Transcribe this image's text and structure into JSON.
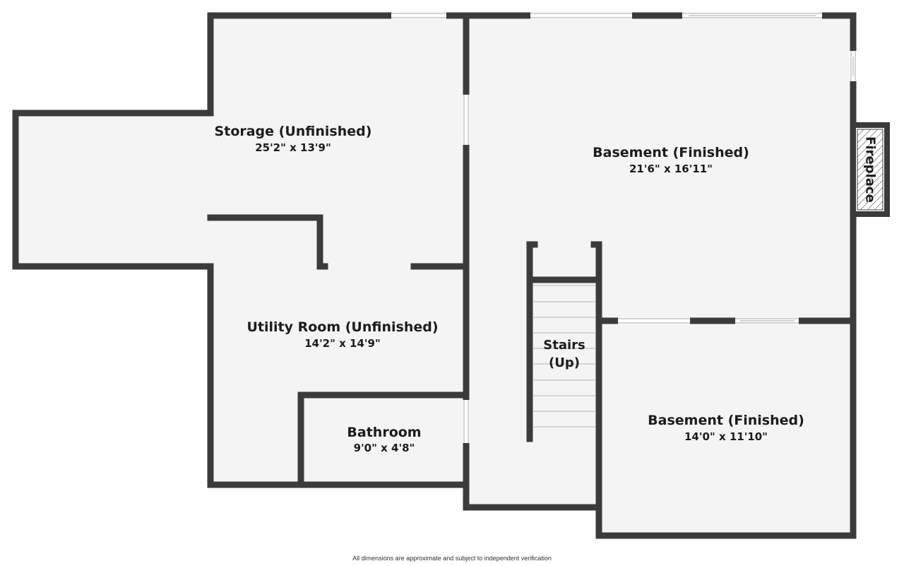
{
  "rooms": {
    "storage": {
      "name": "Storage (Unfinished)",
      "dims": "25'2\" x 13'9\""
    },
    "basement_main": {
      "name": "Basement (Finished)",
      "dims": "21'6\" x 16'11\""
    },
    "utility": {
      "name": "Utility Room (Unfinished)",
      "dims": "14'2\" x 14'9\""
    },
    "bathroom": {
      "name": "Bathroom",
      "dims": "9'0\" x 4'8\""
    },
    "basement_small": {
      "name": "Basement (Finished)",
      "dims": "14'0\" x 11'10\""
    }
  },
  "stairs": {
    "line1": "Stairs",
    "line2": "(Up)"
  },
  "fireplace": {
    "label": "Fireplace"
  },
  "footer": {
    "disclaimer": "All dimensions are approximate and subject to independent verification"
  },
  "colors": {
    "wall": "#3b3b3b",
    "floor": "#f4f4f4",
    "background": "#ffffff"
  }
}
